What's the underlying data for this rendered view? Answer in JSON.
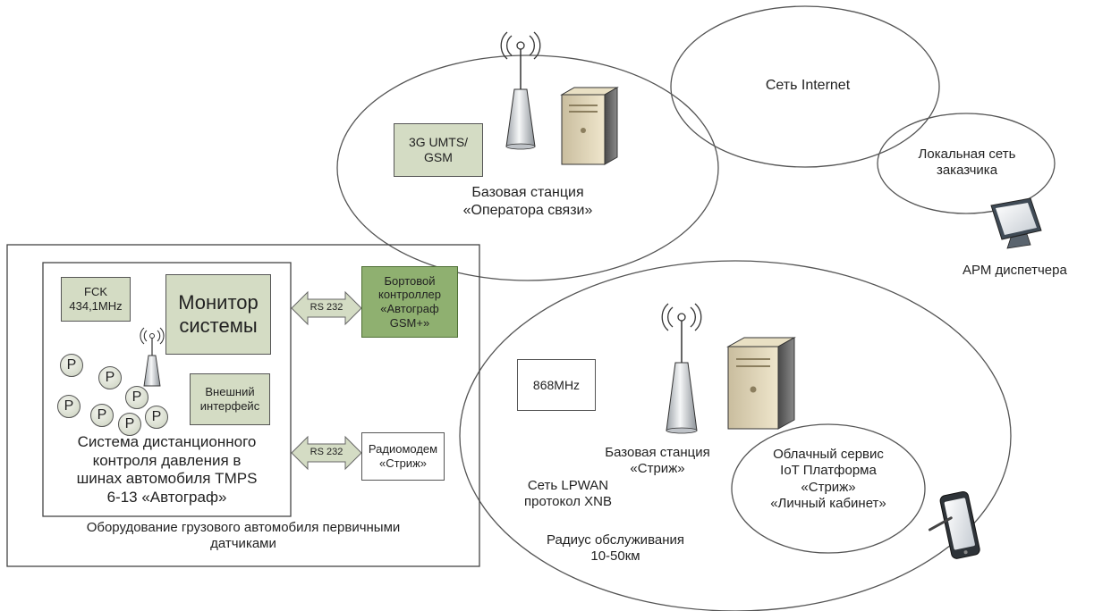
{
  "networks": {
    "operator_station": "Базовая станция\n«Оператора  связи»",
    "internet": "Сеть Internet",
    "local_network": "Локальная сеть\nзаказчика",
    "dispatcher": "АРМ диспетчера",
    "umts_box": "3G UMTS/\nGSM"
  },
  "truck": {
    "fck_box": "FCK\n434,1MHz",
    "monitor_box": "Монитор\nсистемы",
    "external_box": "Внешний\nинтерфейс",
    "tpms_caption": "Система дистанционного\nконтроля давления в\nшинах автомобиля TMPS\n6-13 «Автограф»",
    "equipment_caption": "Оборудование грузового автомобиля первичными\nдатчиками",
    "sensor_letter": "P",
    "sensor_count": 7
  },
  "links": {
    "rs232_top": "RS 232",
    "rs232_bottom": "RS 232",
    "onboard_controller": "Бортовой\nконтроллер\n«Автограф\nGSM+»",
    "radiomodem": "Радиомодем\n«Стриж»"
  },
  "lpwan": {
    "freq_box": "868MHz",
    "strizh_station": "Базовая станция\n«Стриж»",
    "network": "Сеть LPWAN\nпротокол XNB",
    "radius": "Радиус обслуживания\n10-50км",
    "cloud_service": "Облачный сервис\nIoT Платформа\n«Стриж»\n«Личный кабинет»"
  },
  "colors": {
    "light_green": "#d4dcc4",
    "dark_green": "#8fb070",
    "outline": "#555555"
  }
}
